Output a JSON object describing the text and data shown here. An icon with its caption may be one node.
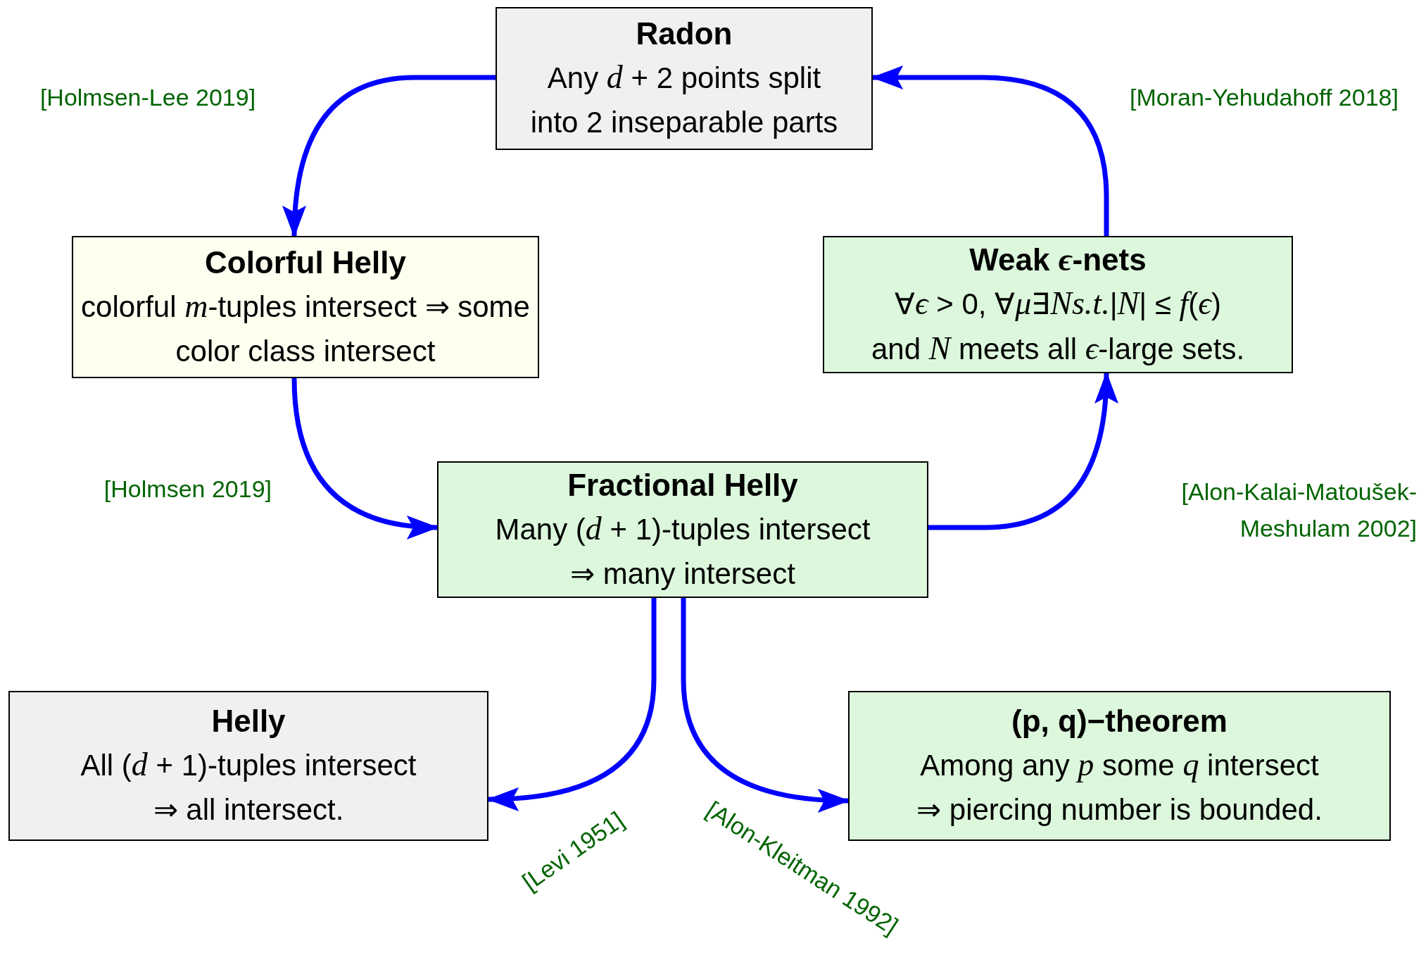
{
  "diagram": {
    "nodes": [
      {
        "text": [
          "Radon",
          "Any *d* + 2 points split into 2 inseparable parts"
        ]
      },
      {
        "text": [
          "Colorful Helly",
          "colorful *m*-tuples intersect ⇒ some color class intersect"
        ]
      },
      {
        "text": [
          "Weak *ϵ*-nets",
          "∀*ϵ* > 0, ∀*μ*∃*Ns.t.*|*N*| ≤ *f*(*ϵ*) and *N* meets all *ϵ*-large sets."
        ]
      },
      {
        "text": [
          "Fractional Helly",
          "Many (*d* + 1)-tuples intersect ⇒ many intersect"
        ]
      },
      {
        "text": [
          "Helly",
          "All (*d* + 1)-tuples intersect ⇒ all intersect."
        ]
      },
      {
        "text": [
          "(p, q)−theorem",
          "Among any *p* some *q* intersect ⇒ piercing number is bounded."
        ]
      }
    ],
    "edges": [
      {
        "from": 0,
        "to": 1,
        "arrow": "to",
        "label": "[Holmsen-Lee 2019]"
      },
      {
        "from": 1,
        "to": 3,
        "arrow": "to",
        "label": "[Holmsen 2019]"
      },
      {
        "from": 3,
        "to": 2,
        "arrow": "to",
        "label": "[Alon-Kalai-Matoušek-Meshulam 2002]"
      },
      {
        "from": 2,
        "to": 0,
        "arrow": "to",
        "label": "[Moran-Yehudahoff 2018]"
      },
      {
        "from": 3,
        "to": 4,
        "arrow": "to",
        "label": "[Levi 1951]"
      },
      {
        "from": 3,
        "to": 5,
        "arrow": "to",
        "label": "[Alon-Kleitman 1992]"
      }
    ]
  }
}
